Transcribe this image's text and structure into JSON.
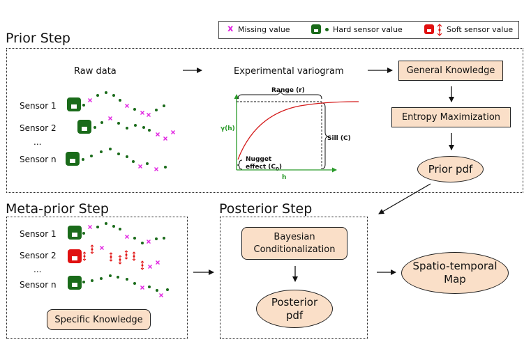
{
  "legend": {
    "missing_label": "Missing value",
    "hard_label": "Hard sensor value",
    "soft_label": "Soft sensor value",
    "missing_marker": "x"
  },
  "prior": {
    "title": "Prior Step",
    "raw_data_label": "Raw data",
    "variogram_label": "Experimental variogram",
    "sensors": [
      "Sensor 1",
      "Sensor 2",
      "...",
      "Sensor n"
    ],
    "general_knowledge": "General Knowledge",
    "entropy_max": "Entropy Maximization",
    "prior_pdf": "Prior pdf",
    "variogram": {
      "range_label": "Range (r)",
      "sill_label": "Sill (C)",
      "nugget_label_1": "Nugget",
      "nugget_label_2": "effect (C",
      "nugget_sub": "0",
      "nugget_close": ")",
      "y_axis_label": "γ(h)",
      "x_axis_label": "h"
    }
  },
  "meta": {
    "title": "Meta-prior Step",
    "sensors": [
      "Sensor 1",
      "Sensor 2",
      "...",
      "Sensor n"
    ],
    "specific_knowledge": "Specific Knowledge"
  },
  "posterior": {
    "title": "Posterior Step",
    "bayes_line1": "Bayesian",
    "bayes_line2": "Conditionalization",
    "post_pdf_line1": "Posterior",
    "post_pdf_line2": "pdf"
  },
  "final": {
    "line1": "Spatio-temporal",
    "line2": "Map"
  },
  "colors": {
    "hard": "#1a6b1a",
    "soft": "#e01010",
    "missing": "#e020e0",
    "box_fill": "#fadfc8",
    "curve": "#d41a1a",
    "axis": "#2a9a2a"
  }
}
